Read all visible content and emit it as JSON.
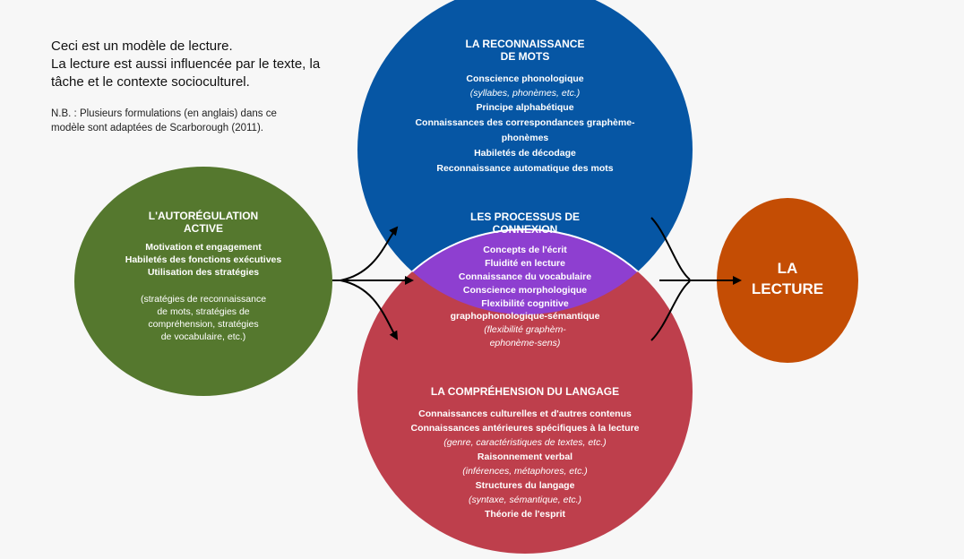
{
  "intro": {
    "line1": "Ceci est un modèle de lecture.",
    "line2": "La lecture est aussi influencée par le texte, la",
    "line3": "tâche et le contexte socioculturel."
  },
  "note": {
    "line1": "N.B. : Plusieurs formulations (en anglais) dans ce",
    "line2": "modèle sont adaptées de Scarborough (2011)."
  },
  "colors": {
    "blue": "#0656a4",
    "red": "#be3f4c",
    "purple": "#8e3fd0",
    "green": "#55782e",
    "orange": "#c44d04"
  },
  "autoregulation": {
    "title1": "L'AUTORÉGULATION",
    "title2": "ACTIVE",
    "items": [
      "Motivation et engagement",
      "Habiletés des fonctions exécutives",
      "Utilisation des stratégies"
    ],
    "note": [
      "(stratégies de reconnaissance",
      "de mots, stratégies de",
      "compréhension, stratégies",
      "de vocabulaire, etc.)"
    ]
  },
  "reconnaissance": {
    "title1": "LA RECONNAISSANCE",
    "title2": "DE MOTS",
    "item1": "Conscience phonologique",
    "item1_note": "(syllabes, phonèmes, etc.)",
    "item2": "Principe alphabétique",
    "item3a": "Connaissances des correspondances graphème-",
    "item3b": "phonèmes",
    "item4": "Habiletés de décodage",
    "item5": "Reconnaissance automatique des mots"
  },
  "connexion": {
    "title1": "LES PROCESSUS DE",
    "title2": "CONNEXION",
    "items": [
      "Concepts de l'écrit",
      "Fluidité en lecture",
      "Connaissance du vocabulaire",
      "Conscience morphologique",
      "Flexibilité cognitive",
      "graphophonologique-sémantique"
    ],
    "note1": "(flexibilité graphèm-",
    "note2": "ephonème-sens)"
  },
  "comprehension": {
    "title": "LA COMPRÉHENSION DU LANGAGE",
    "item1": "Connaissances culturelles et d'autres contenus",
    "item2": "Connaissances antérieures spécifiques à la lecture",
    "item2_note": "(genre, caractéristiques de textes, etc.)",
    "item3": "Raisonnement verbal",
    "item3_note": "(inférences, métaphores, etc.)",
    "item4": "Structures du langage",
    "item4_note": "(syntaxe, sémantique, etc.)",
    "item5": "Théorie de l'esprit"
  },
  "lecture": {
    "line1": "LA",
    "line2": "LECTURE"
  }
}
